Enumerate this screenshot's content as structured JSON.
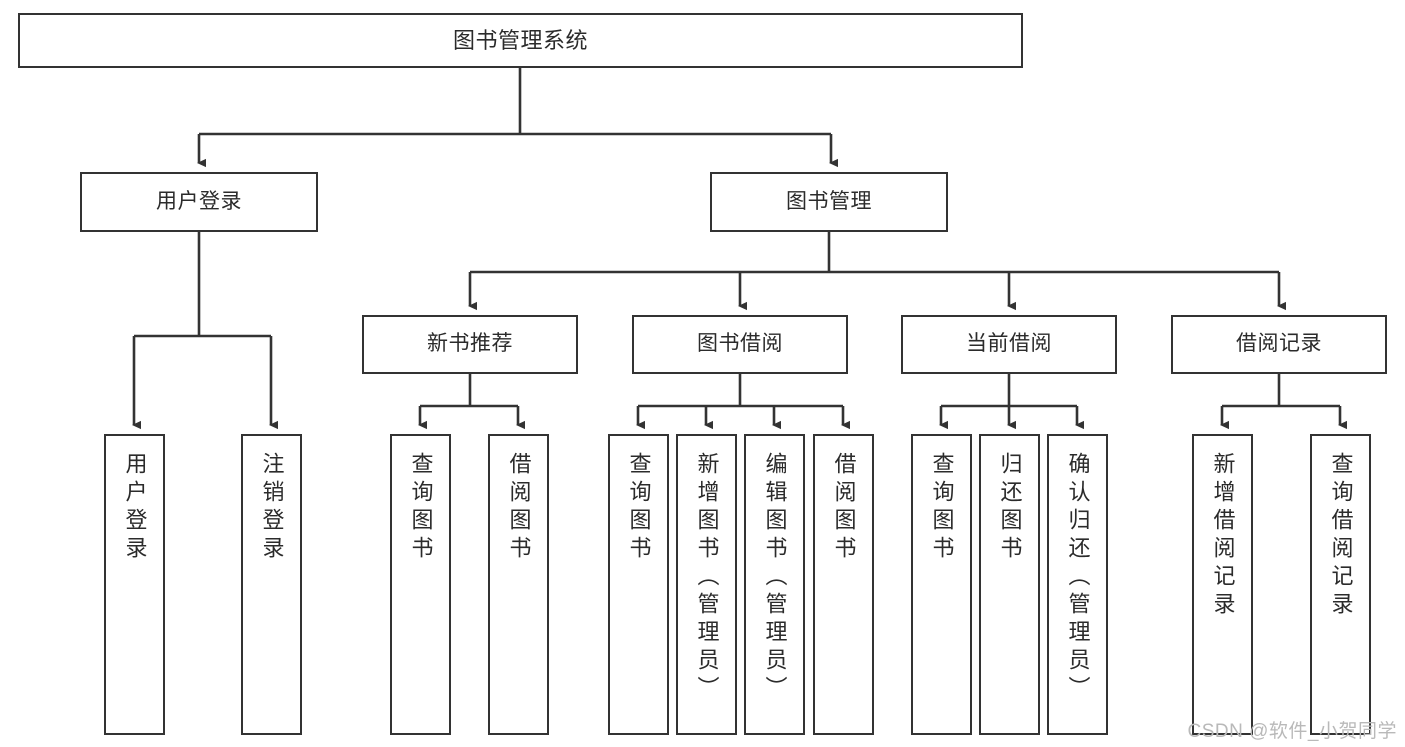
{
  "diagram": {
    "title": "图书管理系统",
    "watermark": "CSDN @软件_小贺同学",
    "colors": {
      "node_border": "#333333",
      "node_fill": "#ffffff",
      "edge": "#333333",
      "text": "#2b2b2b",
      "watermark": "#b9b9b9",
      "background": "#ffffff"
    },
    "nodes": {
      "root": {
        "label": "图书管理系统"
      },
      "level2": [
        {
          "label": "用户登录"
        },
        {
          "label": "图书管理"
        }
      ],
      "level3": [
        {
          "label": "新书推荐"
        },
        {
          "label": "图书借阅"
        },
        {
          "label": "当前借阅"
        },
        {
          "label": "借阅记录"
        }
      ],
      "leaves": {
        "user_login": [
          {
            "label": "用户登录"
          },
          {
            "label": "注销登录"
          }
        ],
        "new_book_recommend": [
          {
            "label": "查询图书"
          },
          {
            "label": "借阅图书"
          }
        ],
        "book_borrow": [
          {
            "label": "查询图书"
          },
          {
            "label": "新增图书（管理员）"
          },
          {
            "label": "编辑图书（管理员）"
          },
          {
            "label": "借阅图书"
          }
        ],
        "current_borrow": [
          {
            "label": "查询图书"
          },
          {
            "label": "归还图书"
          },
          {
            "label": "确认归还（管理员）"
          }
        ],
        "borrow_record": [
          {
            "label": "新增借阅记录"
          },
          {
            "label": "查询借阅记录"
          }
        ]
      }
    }
  }
}
